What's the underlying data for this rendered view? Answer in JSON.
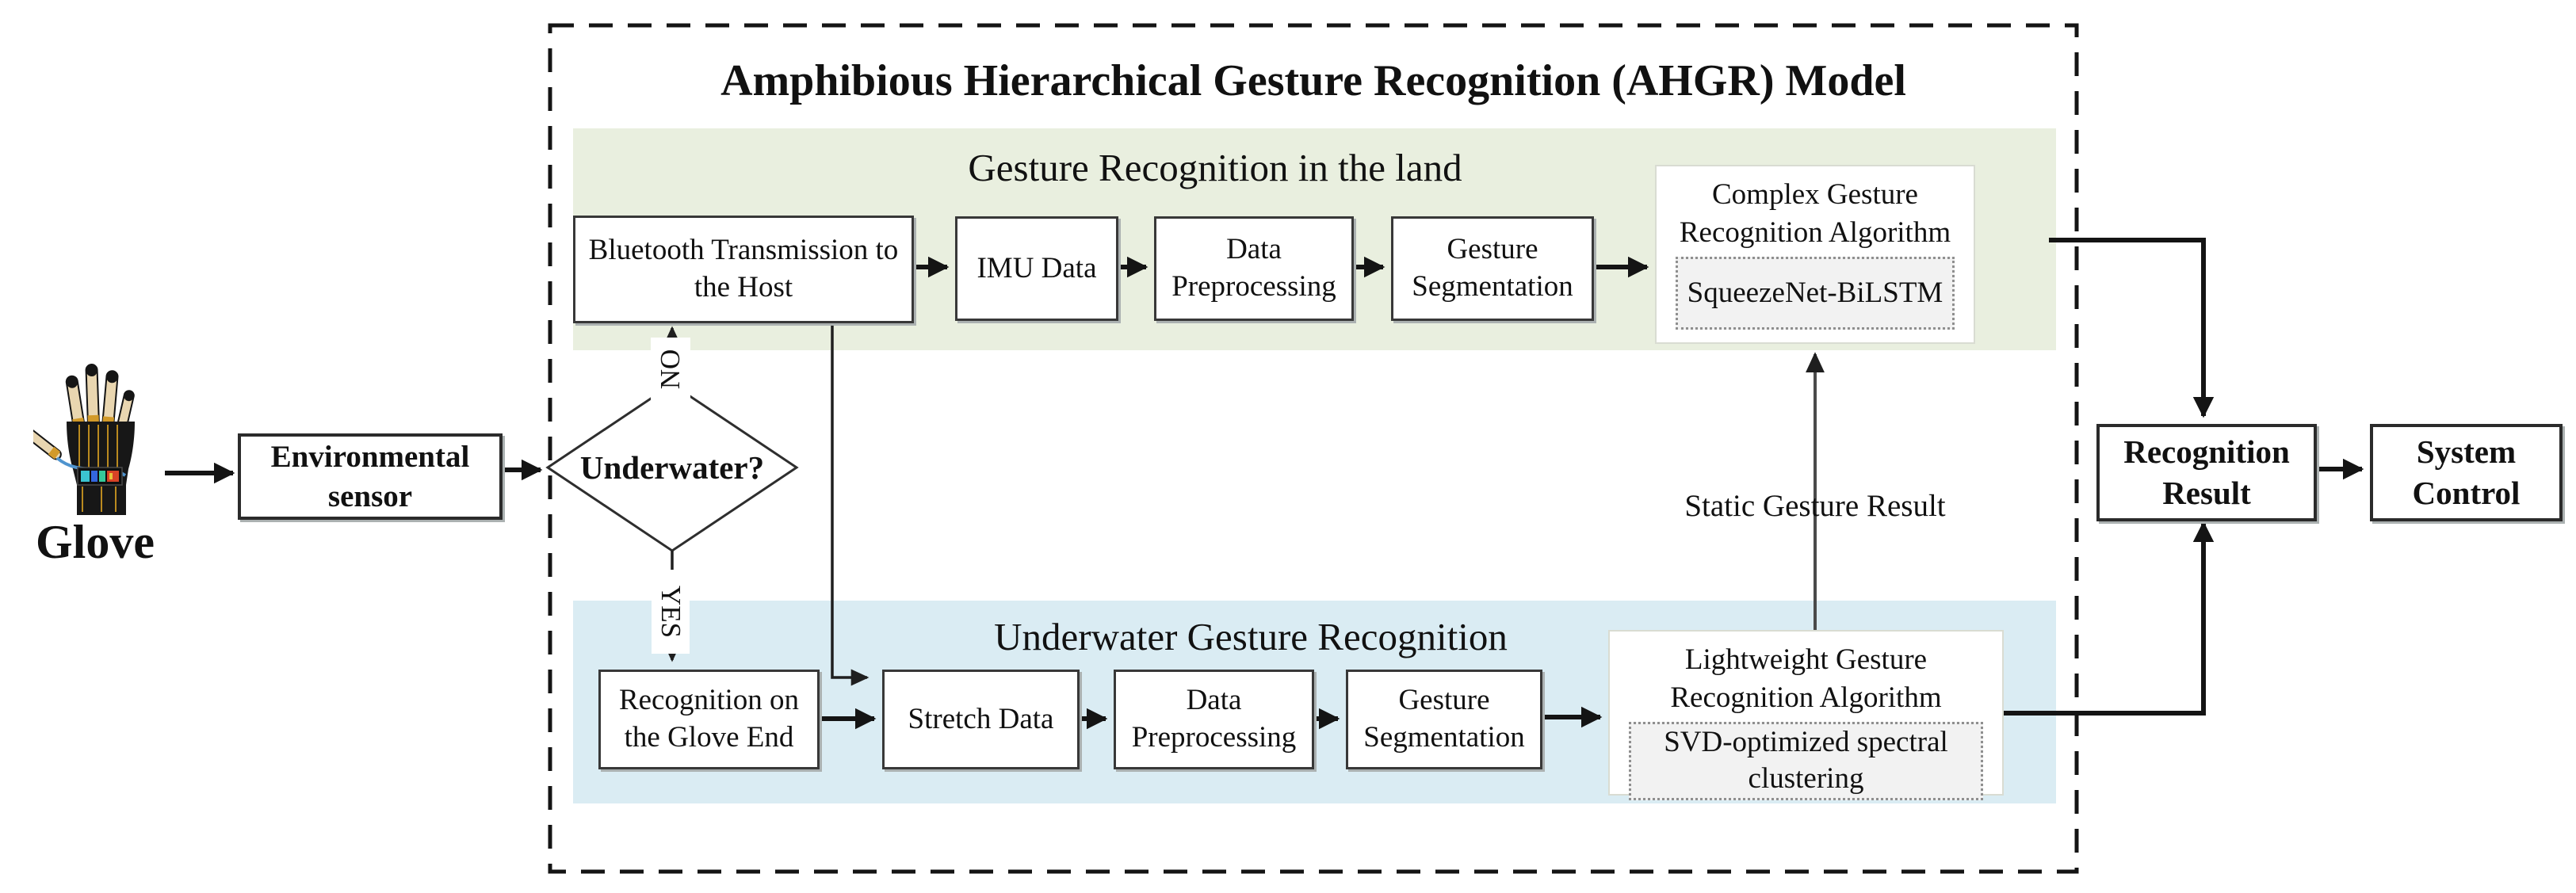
{
  "figure": {
    "title": "Amphibious Hierarchical Gesture Recognition (AHGR) Model"
  },
  "input": {
    "glove_label": "Glove",
    "environmental_sensor": "Environmental sensor",
    "decision": "Underwater?",
    "no_label": "NO",
    "yes_label": "YES"
  },
  "land_branch": {
    "header": "Gesture Recognition in the land",
    "steps": [
      "Bluetooth Transmission to the Host",
      "IMU Data",
      "Data Preprocessing",
      "Gesture Segmentation"
    ],
    "algorithm_title": "Complex Gesture Recognition Algorithm",
    "algorithm_method": "SqueezeNet-BiLSTM"
  },
  "underwater_branch": {
    "header": "Underwater Gesture Recognition",
    "steps": [
      "Recognition on the Glove End",
      "Stretch Data",
      "Data Preprocessing",
      "Gesture Segmentation"
    ],
    "algorithm_title": "Lightweight Gesture Recognition Algorithm",
    "algorithm_method": "SVD-optimized spectral clustering"
  },
  "links": {
    "static_gesture_label": "Static Gesture Result"
  },
  "output": {
    "recognition_result": "Recognition Result",
    "system_control": "System Control"
  },
  "colors": {
    "land_band": "#e9efdf",
    "underwater_band": "#daecf3",
    "method_box_bg": "#f2f2f2",
    "box_border": "#383838"
  }
}
